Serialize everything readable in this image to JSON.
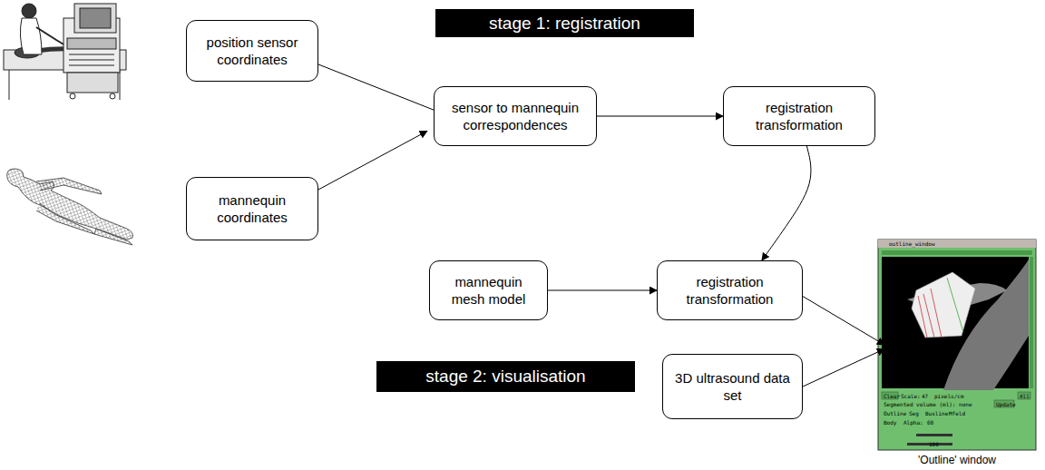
{
  "diagram": {
    "nodes": [
      {
        "text": [
          "position sensor coordinates"
        ]
      },
      {
        "text": [
          "stage 1: registration"
        ]
      },
      {
        "text": [
          "sensor to mannequin correspondences"
        ]
      },
      {
        "text": [
          "registration transformation"
        ]
      },
      {
        "text": [
          "mannequin coordinates"
        ]
      },
      {
        "text": [
          "mannequin mesh model"
        ]
      },
      {
        "text": [
          "registration transformation"
        ]
      },
      {
        "text": [
          "stage 2: visualisation"
        ]
      },
      {
        "text": [
          "3D ultrasound data set"
        ]
      },
      {
        "text": [
          "'Outline' window"
        ]
      }
    ],
    "edges": [
      {
        "from": 0,
        "to": 2,
        "arrow": "to"
      },
      {
        "from": 4,
        "to": 2,
        "arrow": "to"
      },
      {
        "from": 2,
        "to": 3,
        "arrow": "to"
      },
      {
        "from": 3,
        "to": 6,
        "arrow": "to"
      },
      {
        "from": 5,
        "to": 6,
        "arrow": "to"
      },
      {
        "from": 6,
        "to": 9,
        "arrow": "to"
      },
      {
        "from": 8,
        "to": 9,
        "arrow": "to"
      }
    ],
    "labels": [
      "outline_window",
      "Clear",
      "Scale:",
      "47",
      "pixels/cm",
      "All",
      "Segmented volume (ml): none",
      "Update",
      "Outline",
      "Seg",
      "Busline",
      "Mfeld",
      "Body",
      "Alpha:",
      "60",
      "100"
    ]
  }
}
